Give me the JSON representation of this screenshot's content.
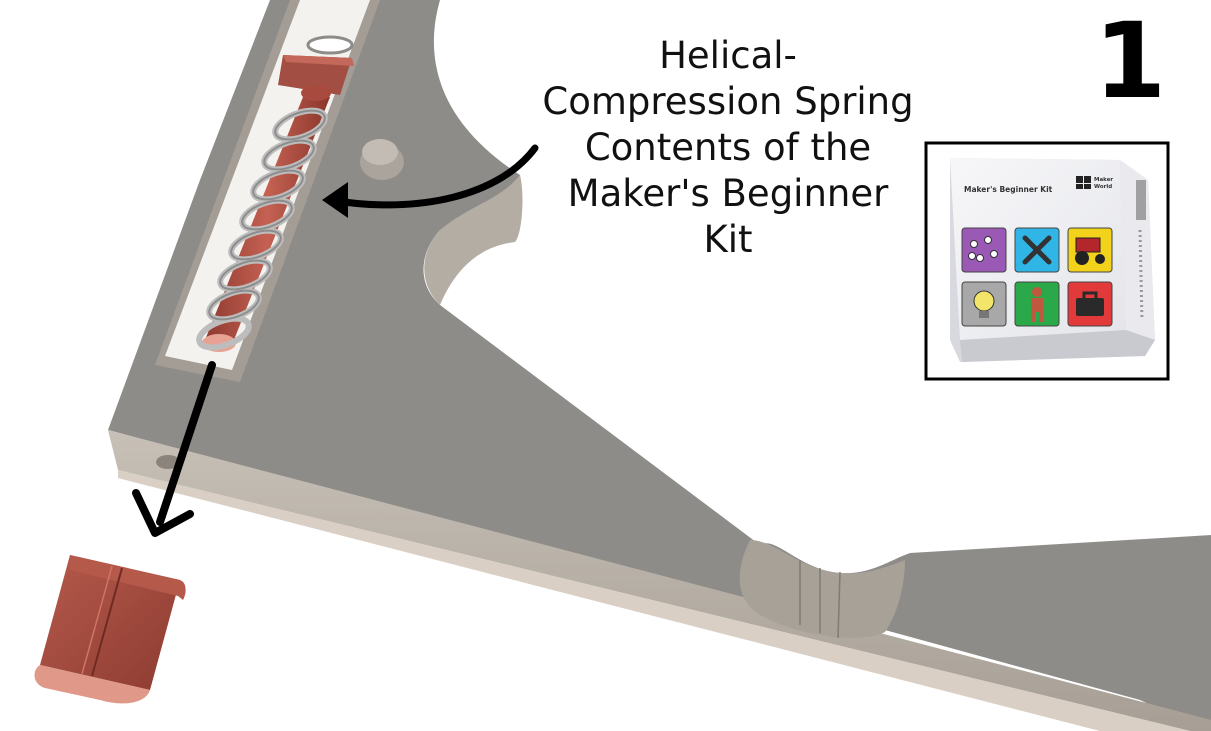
{
  "step_number": "1",
  "callout": {
    "lines": [
      "Helical-",
      "Compression Spring",
      "Contents of the",
      "Maker's Beginner",
      "Kit"
    ]
  },
  "kit_box": {
    "title": "Maker's Beginner Kit",
    "brand_line_1": "Maker",
    "brand_line_2": "World",
    "tiles": [
      {
        "icon": "parts-icon",
        "color": "#9b59b6"
      },
      {
        "icon": "tools-icon",
        "color": "#2fb6e6"
      },
      {
        "icon": "tractor-icon",
        "color": "#f2d21b"
      },
      {
        "icon": "lightbulb-icon",
        "color": "#a8a8a8"
      },
      {
        "icon": "robot-figure-icon",
        "color": "#2aa84a"
      },
      {
        "icon": "toolbox-icon",
        "color": "#e23a3a"
      }
    ]
  },
  "colors": {
    "frame_top": "#8e8c89",
    "frame_side": "#bfb7ad",
    "red_part": "#a94f43",
    "spring": "#c9c9c9",
    "arrow": "#000000"
  }
}
